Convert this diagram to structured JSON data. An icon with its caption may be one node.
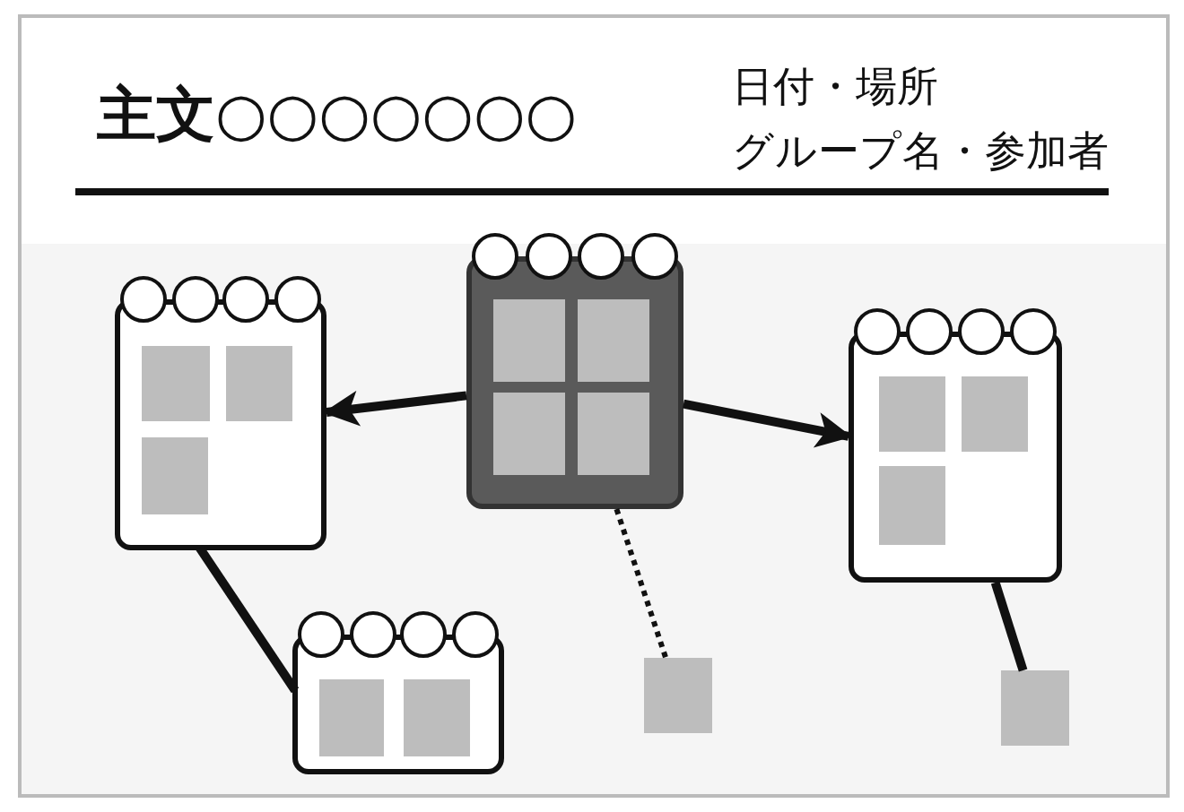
{
  "diagram": {
    "title": "主文○○○○○○○",
    "nodes": [
      {
        "text": [],
        "shape": "box"
      },
      {
        "text": [],
        "shape": "box",
        "in": 0
      },
      {
        "text": [],
        "shape": "box",
        "in": 0
      },
      {
        "text": [],
        "shape": "box",
        "in": 0
      },
      {
        "text": [],
        "shape": "box"
      },
      {
        "text": [],
        "shape": "box",
        "in": 4
      },
      {
        "text": [],
        "shape": "box",
        "in": 4
      },
      {
        "text": [],
        "shape": "box",
        "in": 4
      },
      {
        "text": [],
        "shape": "box",
        "in": 4
      },
      {
        "text": [],
        "shape": "box"
      },
      {
        "text": [],
        "shape": "box",
        "in": 9
      },
      {
        "text": [],
        "shape": "box",
        "in": 9
      },
      {
        "text": [],
        "shape": "box",
        "in": 9
      },
      {
        "text": [],
        "shape": "box"
      },
      {
        "text": [],
        "shape": "box",
        "in": 13
      },
      {
        "text": [],
        "shape": "box",
        "in": 13
      },
      {
        "text": [],
        "shape": "box"
      },
      {
        "text": [],
        "shape": "box"
      }
    ],
    "edges": [
      {
        "from": 4,
        "to": 0,
        "arrow": "to"
      },
      {
        "from": 4,
        "to": 9,
        "arrow": "to"
      },
      {
        "from": 0,
        "to": 13,
        "arrow": "none"
      },
      {
        "from": 4,
        "to": 16,
        "arrow": "none",
        "style": "dashed"
      },
      {
        "from": 9,
        "to": 17,
        "arrow": "none"
      }
    ],
    "labels": [
      "日付・場所",
      "グループ名・参加者"
    ]
  }
}
